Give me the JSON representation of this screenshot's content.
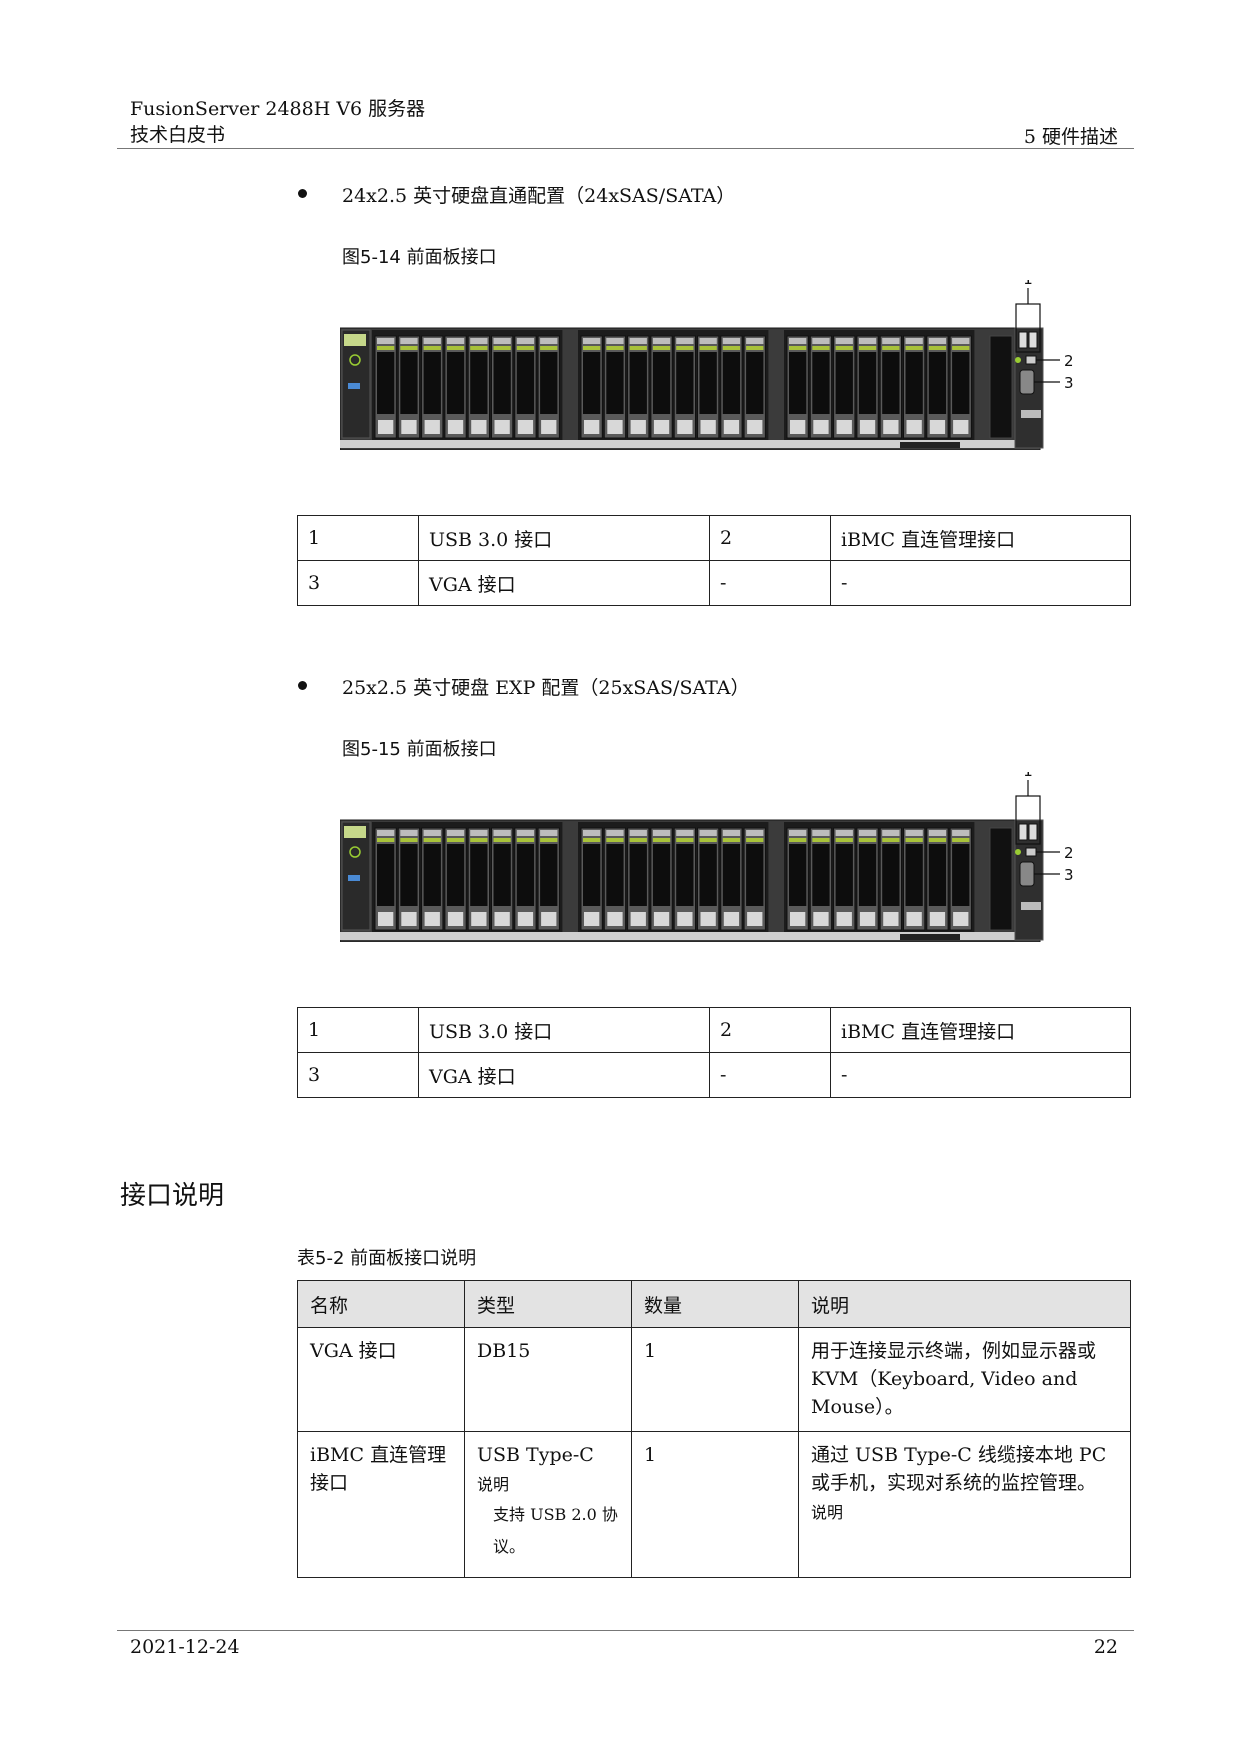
{
  "header": {
    "product": "FusionServer 2488H V6 服务器",
    "doc_type": "技术白皮书",
    "chapter": "5 硬件描述"
  },
  "sections": [
    {
      "bullet": "24x2.5 英寸硬盘直通配置（24xSAS/SATA）",
      "figure_caption": "图5-14 前面板接口",
      "callouts": [
        "1",
        "2",
        "3"
      ],
      "legend": [
        [
          "1",
          "USB 3.0 接口",
          "2",
          "iBMC 直连管理接口"
        ],
        [
          "3",
          "VGA 接口",
          "-",
          "-"
        ]
      ]
    },
    {
      "bullet": "25x2.5 英寸硬盘 EXP 配置（25xSAS/SATA）",
      "figure_caption": "图5-15 前面板接口",
      "callouts": [
        "1",
        "2",
        "3"
      ],
      "legend": [
        [
          "1",
          "USB 3.0 接口",
          "2",
          "iBMC 直连管理接口"
        ],
        [
          "3",
          "VGA 接口",
          "-",
          "-"
        ]
      ]
    }
  ],
  "interface_section": {
    "title": "接口说明",
    "table_caption": "表5-2 前面板接口说明",
    "columns": [
      "名称",
      "类型",
      "数量",
      "说明"
    ],
    "rows": [
      {
        "name": "VGA 接口",
        "type": "DB15",
        "count": "1",
        "desc": "用于连接显示终端，例如显示器或 KVM（Keyboard, Video and Mouse）。"
      },
      {
        "name": "iBMC 直连管理接口",
        "type": "USB Type-C",
        "type_note_title": "说明",
        "type_note": "支持 USB 2.0 协议。",
        "count": "1",
        "desc": "通过 USB Type-C 线缆接本地 PC 或手机，实现对系统的监控管理。",
        "desc_note_title": "说明"
      }
    ]
  },
  "footer": {
    "date": "2021-12-24",
    "page": "22"
  }
}
